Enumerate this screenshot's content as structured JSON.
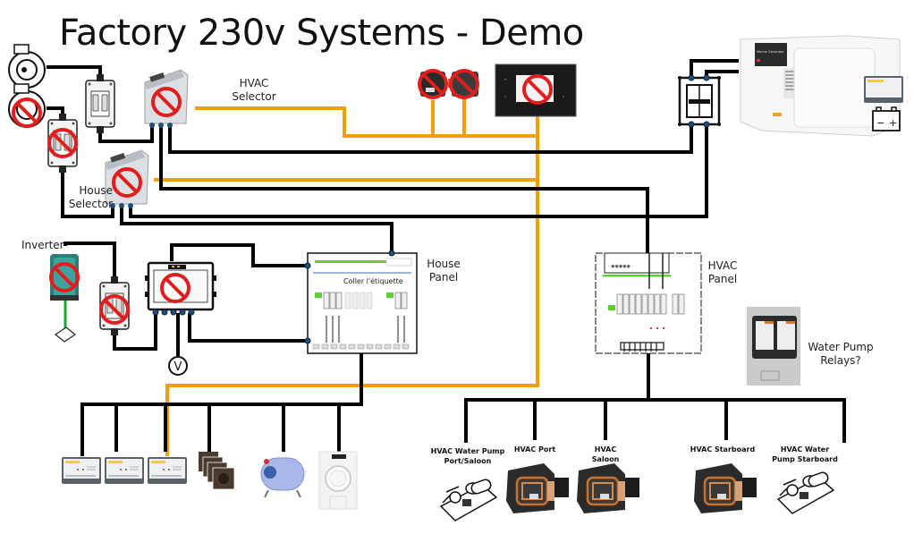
{
  "title": "Factory 230v Systems - Demo",
  "colors": {
    "ac_wire": "#000000",
    "control_wire": "#f59e0b",
    "ground_wire": "#22a33a",
    "prohibited": "#e11d1d",
    "connector": "#1f4e79"
  },
  "labels": {
    "hvac_selector": [
      "HVAC",
      "Selector"
    ],
    "house_selector": [
      "House",
      "Selector"
    ],
    "inverter": "Inverter",
    "house_panel": [
      "House",
      "Panel"
    ],
    "hvac_panel": [
      "HVAC",
      "Panel"
    ],
    "water_pump_relays": [
      "Water Pump",
      "Relays?"
    ],
    "panel_sticker": "Coller l'étiquette",
    "voltmeter": "V"
  },
  "generator": {
    "brand_label": "Marine Generator"
  },
  "battery": {
    "minus": "−",
    "plus": "+"
  },
  "house_loads": [
    {
      "name": "charger-1",
      "kind": "charger"
    },
    {
      "name": "charger-2",
      "kind": "charger"
    },
    {
      "name": "charger-3",
      "kind": "charger"
    },
    {
      "name": "outlets",
      "kind": "outlet"
    },
    {
      "name": "water-heater",
      "kind": "boiler"
    },
    {
      "name": "washing-machine",
      "kind": "washer"
    }
  ],
  "hvac_loads": [
    {
      "label": [
        "HVAC Water Pump",
        "Port/Saloon"
      ],
      "kind": "pump"
    },
    {
      "label": [
        "HVAC Port"
      ],
      "kind": "hvac"
    },
    {
      "label": [
        "HVAC",
        "Saloon"
      ],
      "kind": "hvac"
    },
    {
      "label": [
        "HVAC Starboard"
      ],
      "kind": "hvac"
    },
    {
      "label": [
        "HVAC Water",
        "Pump Starboard"
      ],
      "kind": "pump"
    }
  ],
  "prohibited_devices": [
    "shore-inlet-2",
    "breaker-box-2",
    "hvac-selector",
    "house-selector",
    "hvac-control-1",
    "hvac-control-2",
    "hvac-touch-display",
    "inverter",
    "inverter-breaker",
    "distribution-box"
  ]
}
